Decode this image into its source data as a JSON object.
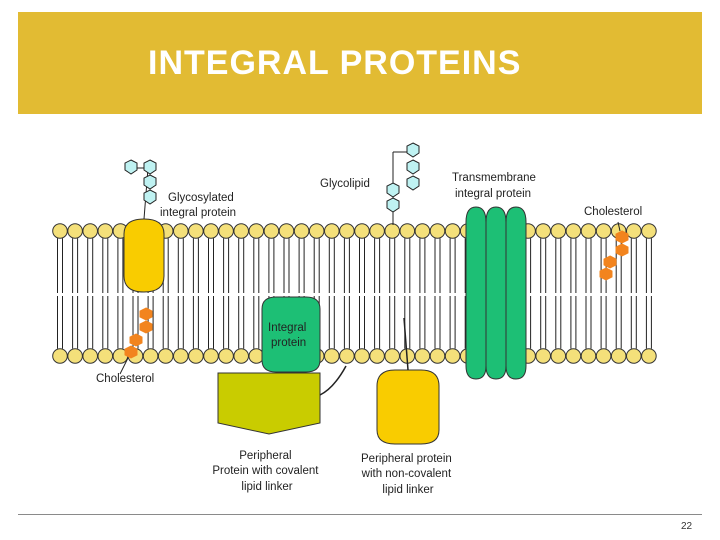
{
  "slide": {
    "title": "INTEGRAL PROTEINS",
    "page_number": "22"
  },
  "diagram": {
    "labels": {
      "glycosylated": [
        "Glycosylated",
        "integral protein"
      ],
      "glycolipid": "Glycolipid",
      "transmembrane": [
        "Transmembrane",
        "integral protein"
      ],
      "cholesterol_right": "Cholesterol",
      "integral": [
        "Integral",
        "protein"
      ],
      "cholesterol_left": "Cholesterol",
      "peripheral_covalent": [
        "Peripheral",
        "Protein with covalent",
        "lipid linker"
      ],
      "peripheral_noncovalent": [
        "Peripheral protein",
        "with non-covalent",
        "lipid linker"
      ]
    },
    "colors": {
      "title_bar": "#E2BB33",
      "lipid_head": "#F4E07A",
      "yellow_protein": "#F9CC00",
      "green_protein": "#1DBF75",
      "olive_protein": "#C9CC00",
      "cholesterol": "#F2841E",
      "sugar": "#BFF2F2"
    }
  }
}
